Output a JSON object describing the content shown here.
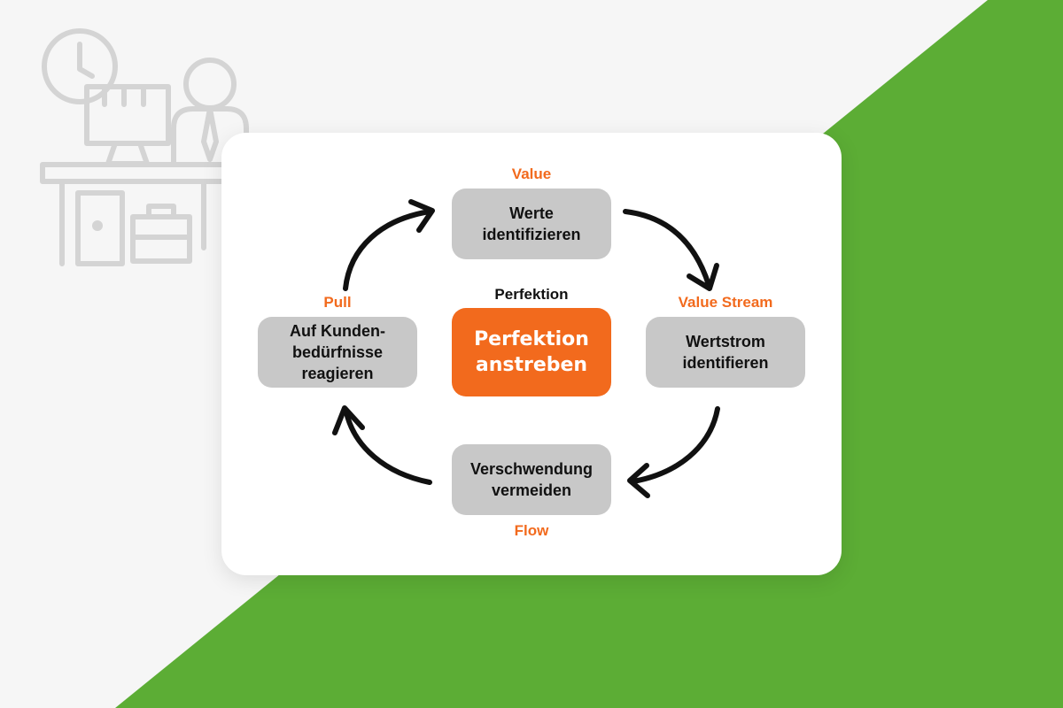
{
  "diagram": {
    "center": {
      "heading": "Perfektion",
      "text": "Perfektion\nanstreben"
    },
    "steps": [
      {
        "label": "Value",
        "text": "Werte\nidentifizieren"
      },
      {
        "label": "Value Stream",
        "text": "Wertstrom\nidentifieren"
      },
      {
        "label": "Flow",
        "text": "Verschwendung\nvermeiden"
      },
      {
        "label": "Pull",
        "text": "Auf Kunden-\nbedürfnisse\nreagieren"
      }
    ]
  },
  "colors": {
    "accent": "#f26a1d",
    "green": "#5cad35",
    "box_gray": "#c8c8c8",
    "background": "#f6f6f6",
    "icon_gray": "#d4d4d4"
  },
  "icons": [
    "office-desk-illustration-icon",
    "clock-icon",
    "monitor-icon",
    "person-icon",
    "briefcase-icon"
  ]
}
